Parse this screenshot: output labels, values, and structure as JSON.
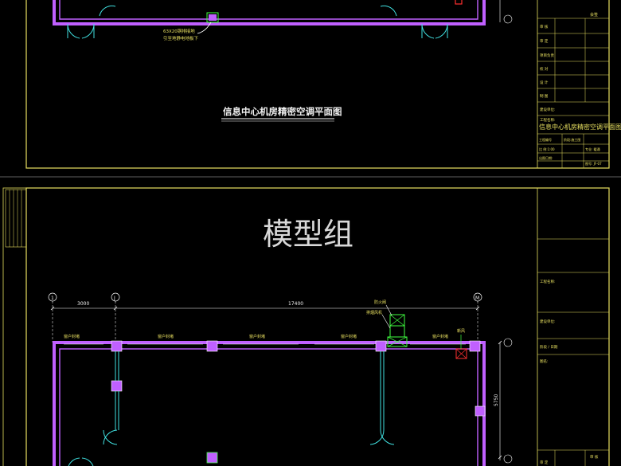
{
  "sheet_top": {
    "title": "信息中心机房精密空调平面图",
    "callout": [
      "63X20铜排接地",
      "引至地静电地板下"
    ],
    "title_block": {
      "header": "会签",
      "rows": [
        "审 核",
        "审 定",
        "项目负责",
        "校 对",
        "设 计",
        "制 图"
      ],
      "client_label": "建设单位:",
      "project_label": "工程名称:",
      "drawing_title": "信息中心机房精密空调平面图",
      "stage_label": "工程编号",
      "stage_value": "阶段:施工图",
      "scale_label": "比 例:1:00",
      "discipline_label": "专业: 暖通",
      "date_label": "出图日期:",
      "sheet_no_label": "图号: JF-07"
    }
  },
  "watermark": "模型组",
  "sheet_bottom": {
    "axis_labels": [
      "1",
      "J",
      "M"
    ],
    "dimensions": [
      "3000",
      "17400",
      "5750"
    ],
    "window_labels": [
      "窗户封堵",
      "窗户封堵",
      "窗户封堵",
      "窗户封堵",
      "窗户封堵"
    ],
    "equipment_labels": [
      "防火阀",
      "排烟风机",
      "新风"
    ],
    "title_block": {
      "rows": [
        "工程名称:",
        "建设单位:",
        "阶段 / 日期",
        "图名:"
      ],
      "footer": [
        "审 定",
        "审 核"
      ]
    }
  },
  "colors": {
    "frame": "#e8e060",
    "wall": "#c060ff",
    "door": "#40e0e0",
    "dimension": "#ffffff",
    "annotation": "#ffff60",
    "accent_red": "#ff3030",
    "accent_green": "#40ff40"
  }
}
